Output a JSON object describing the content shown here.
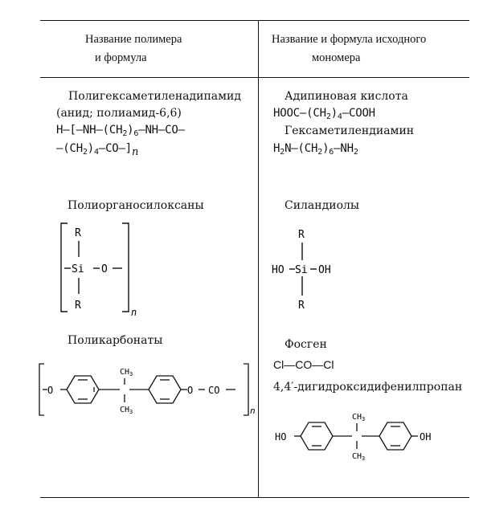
{
  "table": {
    "header": {
      "left_line1": "Название полимера",
      "left_line2": "и формула",
      "right_line1": "Название и формула исходного",
      "right_line2": "мономера"
    },
    "rows": [
      {
        "polymer_name": "Полигексаметиленадипамид",
        "polymer_alt": "(анид; полиамид-6,6)",
        "monomer1_name": "Адипиновая кислота",
        "monomer2_name": "Гексаметилендиамин"
      },
      {
        "polymer_name": "Полиорганосилоксаны",
        "monomer1_name": "Силандиолы"
      },
      {
        "polymer_name": "Поликарбонаты",
        "monomer1_name": "Фосген",
        "monomer1_formula": "Cl—CO—Cl",
        "monomer2_name": "4,4′-дигидроксидифенилпропан"
      }
    ]
  },
  "formulas": {
    "H": "H",
    "NH": "NH",
    "CO": "CO",
    "CH2": "CH",
    "n": "n",
    "sub2": "2",
    "sub4": "4",
    "sub6": "6",
    "HOOC": "HOOC",
    "COOH": "COOH",
    "H2N_H": "H",
    "H2N_N": "N",
    "NH2": "NH",
    "R": "R",
    "Si": "Si",
    "O": "O",
    "HO": "HO",
    "OH": "OH",
    "CH3": "CH",
    "sub3": "3"
  }
}
